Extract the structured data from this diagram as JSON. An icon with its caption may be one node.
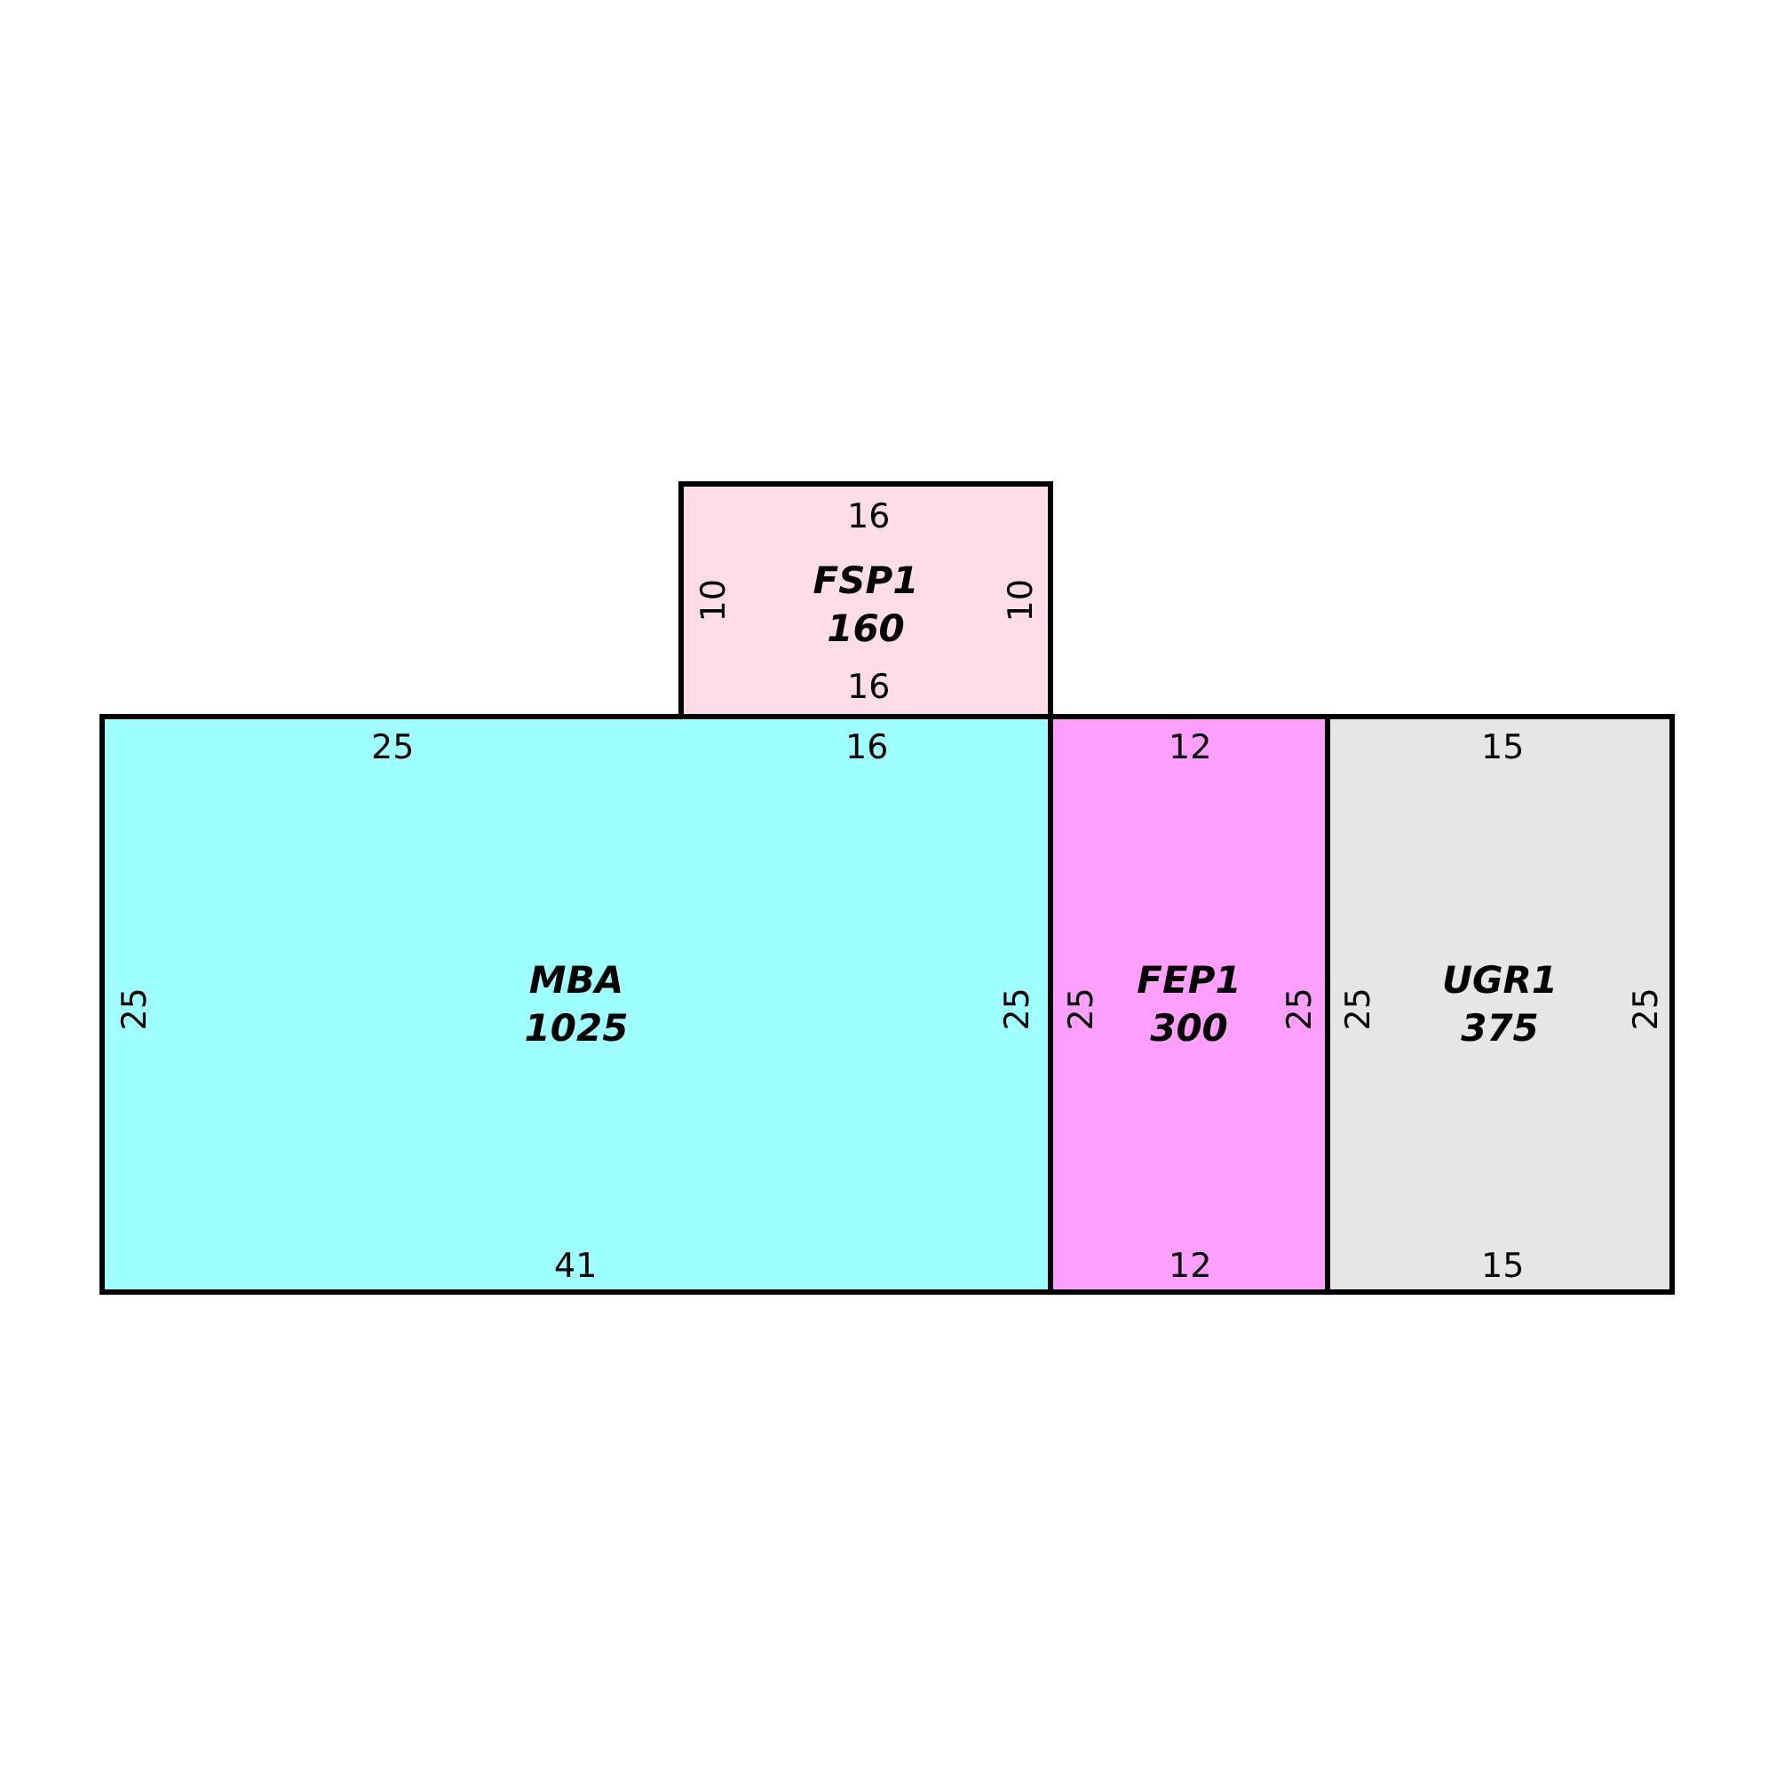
{
  "diagram": {
    "nodes": [
      {
        "text": [
          "FSP1",
          "160",
          "16",
          "10",
          "10",
          "16"
        ]
      },
      {
        "text": [
          "MBA",
          "1025",
          "25",
          "16",
          "25",
          "25",
          "41"
        ]
      },
      {
        "text": [
          "FEP1",
          "300",
          "12",
          "25",
          "25",
          "12"
        ]
      },
      {
        "text": [
          "UGR1",
          "375",
          "15",
          "25",
          "25",
          "15"
        ]
      }
    ]
  }
}
